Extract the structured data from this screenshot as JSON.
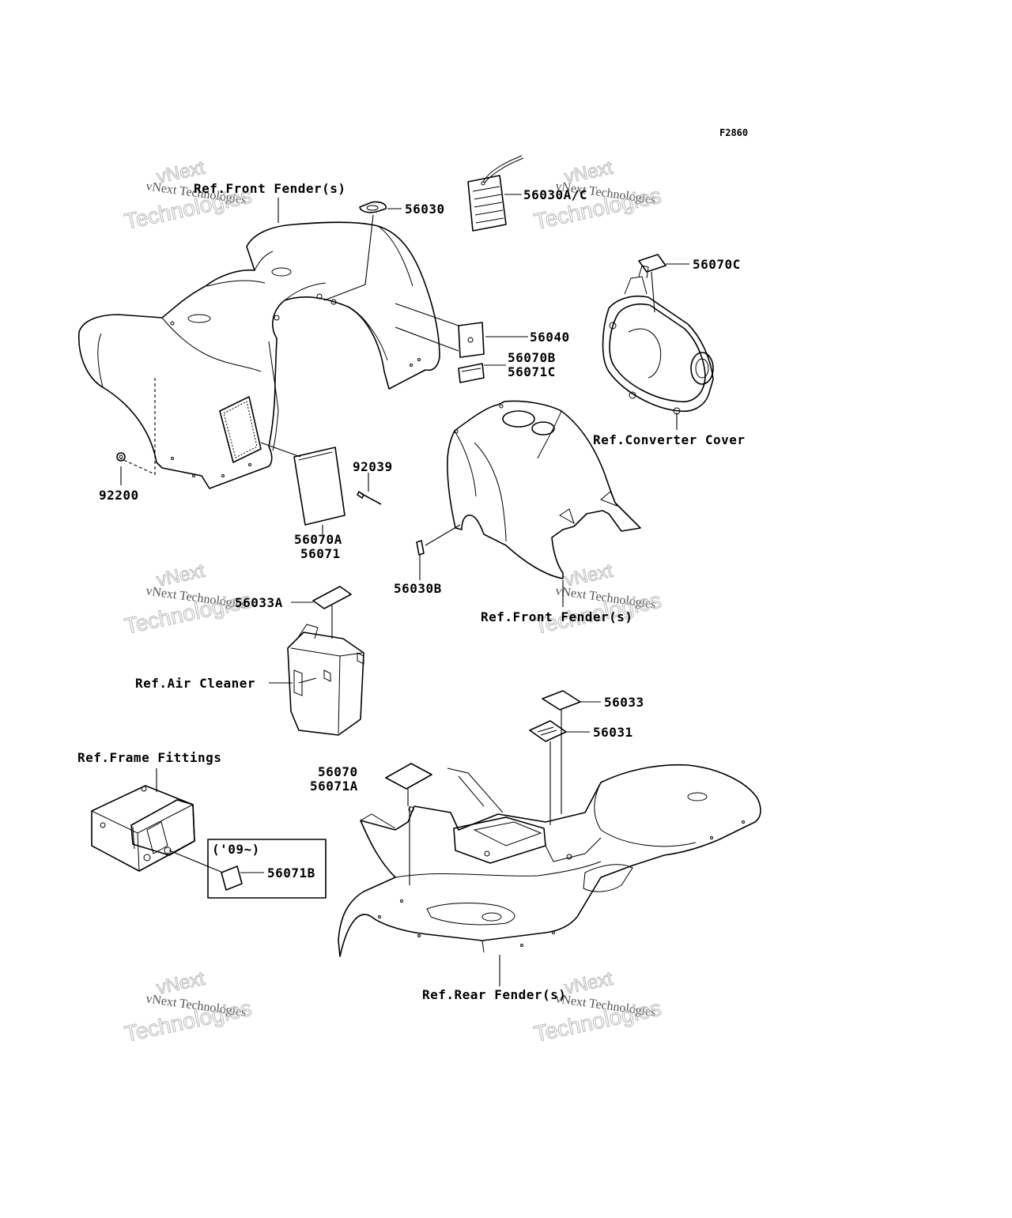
{
  "figure_code": "F2860",
  "callouts": {
    "ref_front_fender_top": "Ref.Front Fender(s)",
    "p56030": "56030",
    "p56030ac": "56030A/C",
    "p56070c": "56070C",
    "p56040": "56040",
    "p56070b": "56070B",
    "p56071c": "56071C",
    "ref_converter_cover": "Ref.Converter Cover",
    "p92039": "92039",
    "p92200": "92200",
    "p56070a": "56070A",
    "p56071": "56071",
    "p56030b": "56030B",
    "ref_front_fender_mid": "Ref.Front Fender(s)",
    "p56033a": "56033A",
    "ref_air_cleaner": "Ref.Air Cleaner",
    "p56033": "56033",
    "p56031": "56031",
    "ref_frame_fittings": "Ref.Frame Fittings",
    "p56070": "56070",
    "p56071a": "56071A",
    "year_note": "('09~)",
    "p56071b": "56071B",
    "ref_rear_fender": "Ref.Rear Fender(s)"
  },
  "watermark": {
    "line1": "vNext Technologies",
    "line2": "vNext",
    "line3": "Technologies"
  }
}
